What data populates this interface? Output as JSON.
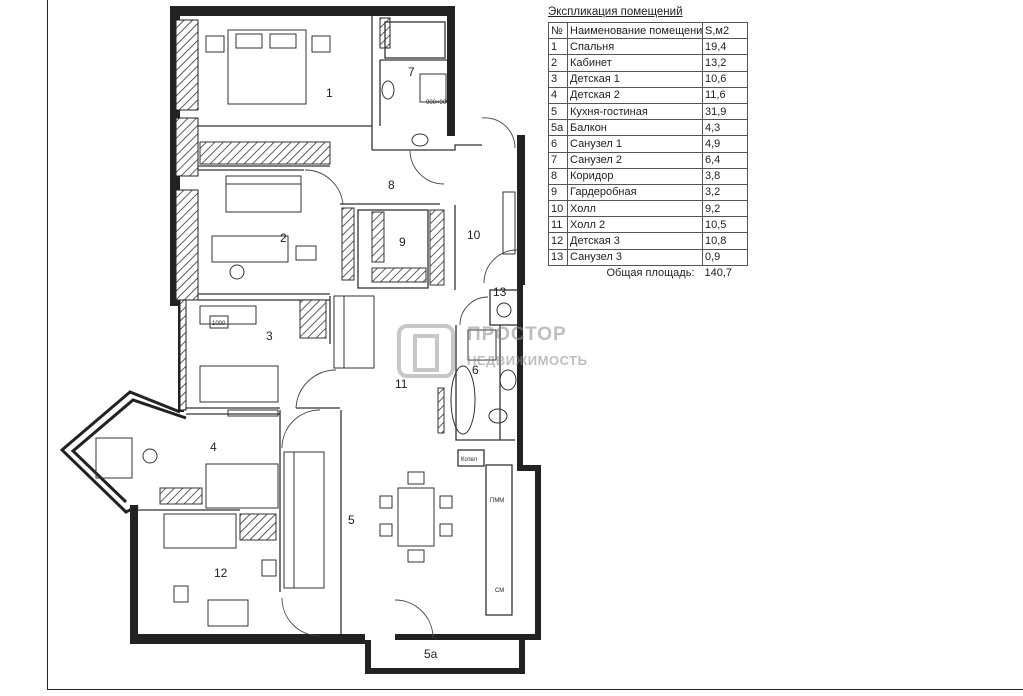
{
  "legend": {
    "title": "Экспликация помещений",
    "header": {
      "num": "№",
      "name": "Наименование помещения",
      "area": "S,м2"
    },
    "rows": [
      {
        "num": "1",
        "name": "Спальня",
        "area": "19,4"
      },
      {
        "num": "2",
        "name": "Кабинет",
        "area": "13,2"
      },
      {
        "num": "3",
        "name": "Детская 1",
        "area": "10,6"
      },
      {
        "num": "4",
        "name": "Детская 2",
        "area": "11,6"
      },
      {
        "num": "5",
        "name": "Кухня-гостиная",
        "area": "31,9"
      },
      {
        "num": "5а",
        "name": "Балкон",
        "area": "4,3"
      },
      {
        "num": "6",
        "name": "Санузел 1",
        "area": "4,9"
      },
      {
        "num": "7",
        "name": "Санузел 2",
        "area": "6,4"
      },
      {
        "num": "8",
        "name": "Коридор",
        "area": "3,8"
      },
      {
        "num": "9",
        "name": "Гардеробная",
        "area": "3,2"
      },
      {
        "num": "10",
        "name": "Холл",
        "area": "9,2"
      },
      {
        "num": "11",
        "name": "Холл 2",
        "area": "10,5"
      },
      {
        "num": "12",
        "name": "Детская 3",
        "area": "10,8"
      },
      {
        "num": "13",
        "name": "Санузел 3",
        "area": "0,9"
      }
    ],
    "total_label": "Общая площадь:",
    "total_value": "140,7"
  },
  "room_labels": {
    "r1": "1",
    "r2": "2",
    "r3": "3",
    "r4": "4",
    "r5": "5",
    "r5a": "5а",
    "r6": "6",
    "r7": "7",
    "r8": "8",
    "r9": "9",
    "r10": "10",
    "r11": "11",
    "r12": "12",
    "r13": "13"
  },
  "appliances": {
    "boiler": "Котел",
    "dishwasher": "ПММ",
    "washer": "СМ",
    "shower": "900×900",
    "table": "1000"
  },
  "watermark": {
    "line1": "ПРОСТОР",
    "line2": "НЕДВИЖИМОСТЬ"
  },
  "colors": {
    "wall": "#222222",
    "hatch": "#333333",
    "line": "#333333"
  }
}
